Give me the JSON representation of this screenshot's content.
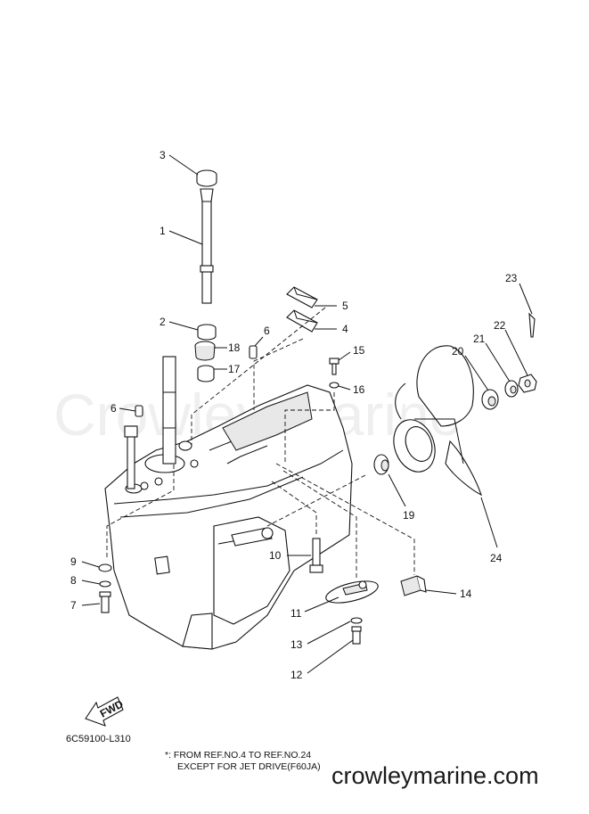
{
  "callouts": {
    "c1": "1",
    "c2": "2",
    "c3": "3",
    "c4": "4",
    "c5": "5",
    "c6a": "6",
    "c6b": "6",
    "c7": "7",
    "c8": "8",
    "c9": "9",
    "c10": "10",
    "c11": "11",
    "c12": "12",
    "c13": "13",
    "c14": "14",
    "c15": "15",
    "c16": "16",
    "c17": "17",
    "c18": "18",
    "c19": "19",
    "c20": "20",
    "c21": "21",
    "c22": "22",
    "c23": "23",
    "c24": "24"
  },
  "arrow_label": "FWD",
  "diagram_code": "6C59100-L310",
  "note": {
    "line1": "*: FROM REF.NO.4 TO REF.NO.24",
    "line2": "EXCEPT FOR JET DRIVE(F60JA)"
  },
  "watermark": "Crowley Marine",
  "site": "crowleymarine.com"
}
